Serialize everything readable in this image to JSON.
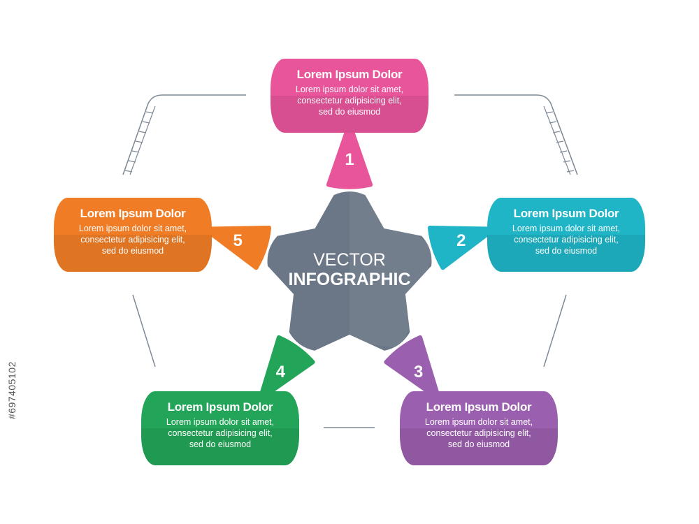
{
  "center": {
    "line1": "VECTOR",
    "line2": "INFOGRAPHIC"
  },
  "colors": {
    "star": "#6b7786",
    "step1": "#e8559b",
    "step2": "#1fb5c6",
    "step3": "#9a5fae",
    "step4": "#23a559",
    "step5": "#f07d26",
    "connector": "#7f8a96"
  },
  "steps": [
    {
      "number": "1",
      "title": "Lorem Ipsum Dolor",
      "lines": [
        "Lorem ipsum dolor sit amet,",
        "consectetur adipisicing elit,",
        "sed do eiusmod"
      ]
    },
    {
      "number": "2",
      "title": "Lorem Ipsum Dolor",
      "lines": [
        "Lorem ipsum dolor sit amet,",
        "consectetur adipisicing elit,",
        "sed do eiusmod"
      ]
    },
    {
      "number": "3",
      "title": "Lorem Ipsum Dolor",
      "lines": [
        "Lorem ipsum dolor sit amet,",
        "consectetur adipisicing elit,",
        "sed do eiusmod"
      ]
    },
    {
      "number": "4",
      "title": "Lorem Ipsum Dolor",
      "lines": [
        "Lorem ipsum dolor sit amet,",
        "consectetur adipisicing elit,",
        "sed do eiusmod"
      ]
    },
    {
      "number": "5",
      "title": "Lorem Ipsum Dolor",
      "lines": [
        "Lorem ipsum dolor sit amet,",
        "consectetur adipisicing elit,",
        "sed do eiusmod"
      ]
    }
  ],
  "stock_id": "#697405102"
}
